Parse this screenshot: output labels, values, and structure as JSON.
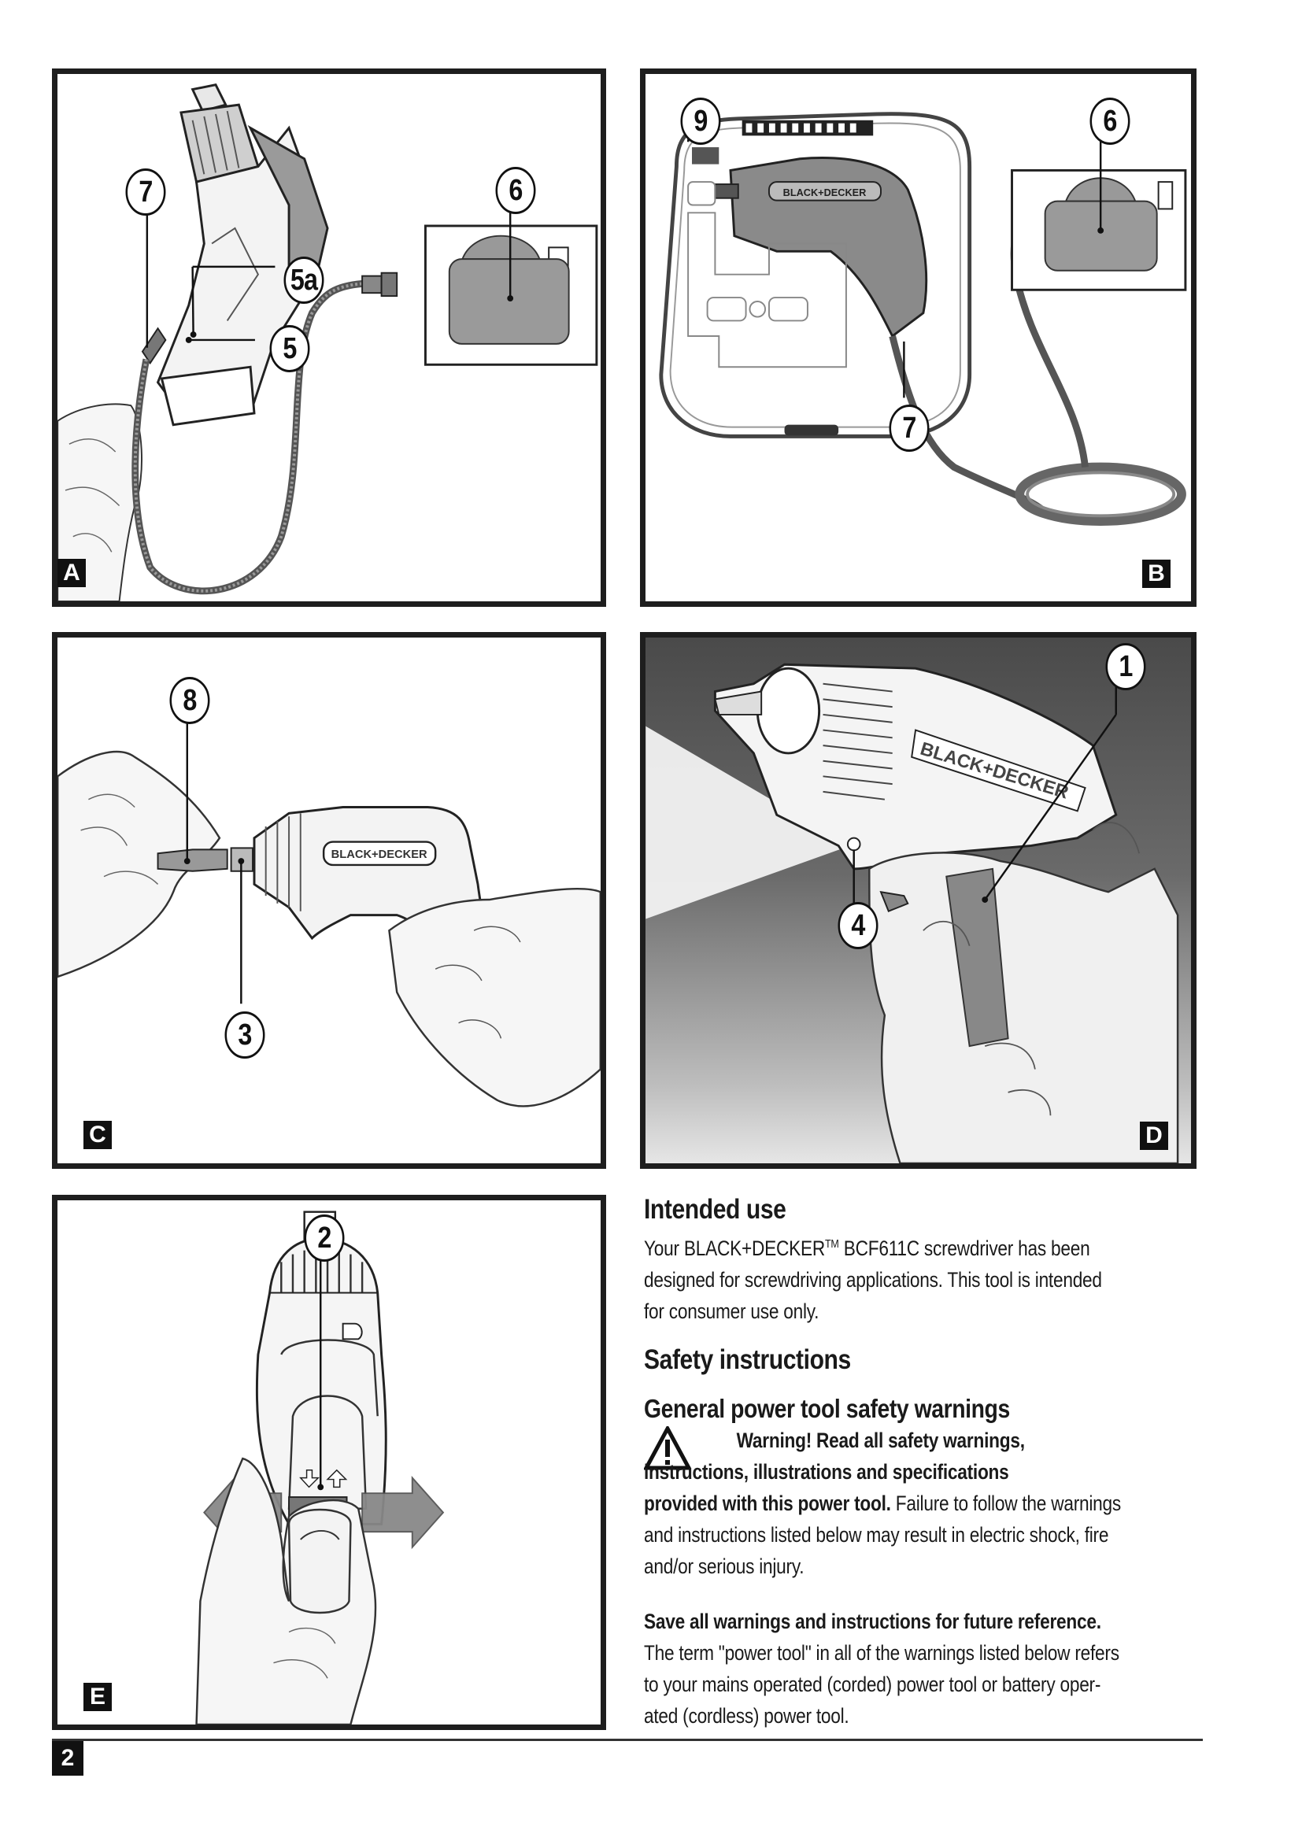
{
  "figures": {
    "a": {
      "label": "A",
      "callouts": [
        "7",
        "6",
        "5a",
        "5"
      ]
    },
    "b": {
      "label": "B",
      "callouts": [
        "9",
        "6",
        "7"
      ]
    },
    "c": {
      "label": "C",
      "callouts": [
        "8",
        "3"
      ]
    },
    "d": {
      "label": "D",
      "callouts": [
        "1",
        "4"
      ]
    },
    "e": {
      "label": "E",
      "callouts": [
        "2"
      ]
    }
  },
  "brand_text": "BLACK+DECKER",
  "sections": {
    "intended_use": {
      "heading": "Intended use",
      "body_prefix": "Your BLACK+DECKER",
      "tm": "TM",
      "body_rest_line1": " BCF611C screwdriver has been",
      "body_line2": "designed for screwdriving applications. This tool is intended",
      "body_line3": "for consumer use only."
    },
    "safety": {
      "heading": "Safety instructions",
      "subheading": "General power tool safety warnings",
      "warning_line1": "Warning! Read all safety warnings,",
      "warning_line2": "instructions, illustrations and specifications",
      "warning_line3_bold": "provided with this power tool.",
      "warning_line3_rest": " Failure to follow the warnings",
      "warning_line4": "and instructions listed below may result in electric shock, fire",
      "warning_line5": "and/or serious injury.",
      "save_bold": "Save all warnings and instructions for future reference.",
      "term_line1": "The term \"power tool\" in all of the warnings listed below refers",
      "term_line2": "to your mains operated (corded) power tool or battery oper-",
      "term_line3": "ated (cordless) power tool."
    }
  },
  "footer": {
    "page_number": "2"
  }
}
